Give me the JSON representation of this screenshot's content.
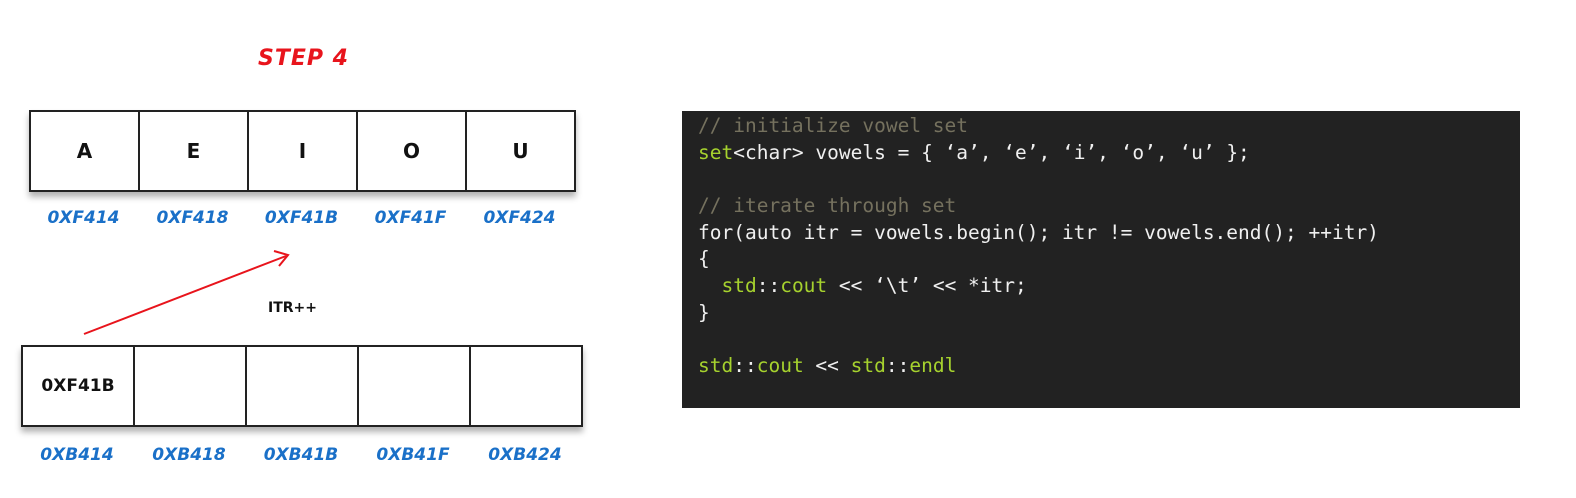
{
  "title": "Step 4",
  "top_array": {
    "values": [
      "A",
      "E",
      "I",
      "O",
      "U"
    ],
    "addresses": [
      "0xF414",
      "0xF418",
      "0xF41B",
      "0xF41F",
      "0xF424"
    ]
  },
  "iterator_label": "itr++",
  "bottom_array": {
    "values": [
      "0xF41B",
      "",
      "",
      "",
      ""
    ],
    "addresses": [
      "0xB414",
      "0xB418",
      "0xB41B",
      "0xB41F",
      "0xB424"
    ]
  },
  "colors": {
    "title": "#e8141c",
    "address": "#1a70c8",
    "arrow": "#e8141c",
    "code_bg": "#222222",
    "keyword": "#a6d22e",
    "comment": "#75715e"
  },
  "code_lines": [
    [
      {
        "t": "// initialize vowel set",
        "c": "comment"
      }
    ],
    [
      {
        "t": "set",
        "c": "green"
      },
      {
        "t": "<char> vowels = { ‘a’, ‘e’, ‘i’, ‘o’, ‘u’ };",
        "c": "plain"
      }
    ],
    [],
    [
      {
        "t": "// iterate through set",
        "c": "comment"
      }
    ],
    [
      {
        "t": "for(auto itr = vowels.begin(); itr != vowels.end(); ++itr)",
        "c": "plain"
      }
    ],
    [
      {
        "t": "{",
        "c": "plain"
      }
    ],
    [
      {
        "t": "  ",
        "c": "plain"
      },
      {
        "t": "std",
        "c": "green"
      },
      {
        "t": "::",
        "c": "plain"
      },
      {
        "t": "cout",
        "c": "green"
      },
      {
        "t": " << ‘\\t’ << *itr;",
        "c": "plain"
      }
    ],
    [
      {
        "t": "}",
        "c": "plain"
      }
    ],
    [],
    [
      {
        "t": "std",
        "c": "green"
      },
      {
        "t": "::",
        "c": "plain"
      },
      {
        "t": "cout",
        "c": "green"
      },
      {
        "t": " << ",
        "c": "plain"
      },
      {
        "t": "std",
        "c": "green"
      },
      {
        "t": "::",
        "c": "plain"
      },
      {
        "t": "endl",
        "c": "green"
      }
    ]
  ]
}
